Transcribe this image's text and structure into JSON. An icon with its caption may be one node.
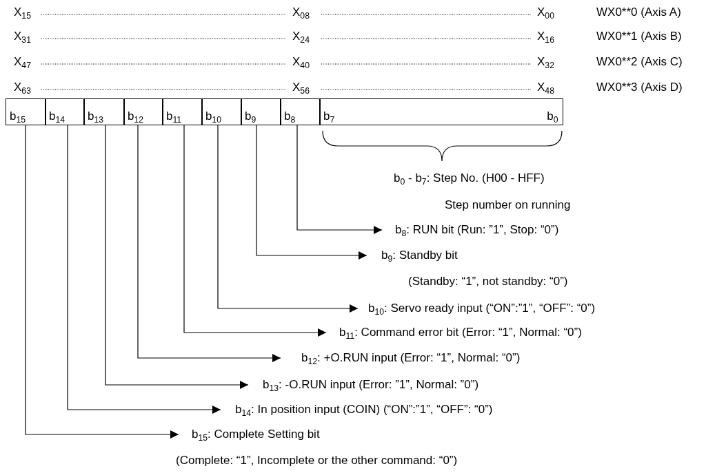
{
  "diagram": {
    "nodes": [
      {
        "text": [
          "b$_{15}$"
        ]
      },
      {
        "text": [
          "b$_{14}$"
        ]
      },
      {
        "text": [
          "b$_{13}$"
        ]
      },
      {
        "text": [
          "b$_{12}$"
        ]
      },
      {
        "text": [
          "b$_{11}$"
        ]
      },
      {
        "text": [
          "b$_{10}$"
        ]
      },
      {
        "text": [
          "b$_{9}$"
        ]
      },
      {
        "text": [
          "b$_{8}$"
        ]
      },
      {
        "text": [
          "b$_{7}$",
          "b$_{0}$"
        ]
      },
      {
        "text": [
          "b$_{8}$: RUN bit (Run: ”1”, Stop: “0”)"
        ]
      },
      {
        "text": [
          "b$_{9}$: Standby bit"
        ],
        "beside": [
          "(Standby: “1”, not standby: “0”)"
        ]
      },
      {
        "text": [
          "b$_{10}$: Servo ready input (“ON”:”1”, “OFF”: “0”)"
        ]
      },
      {
        "text": [
          "b$_{11}$: Command error bit (Error: “1”, Normal: “0”)"
        ]
      },
      {
        "text": [
          "b$_{12}$: +O.RUN input (Error: “1”, Normal: “0”)"
        ]
      },
      {
        "text": [
          "b$_{13}$: -O.RUN input (Error: ”1”, Normal: ”0”)"
        ]
      },
      {
        "text": [
          "b$_{14}$: In position input (COIN) (“ON”:”1”, “OFF”: “0”)"
        ]
      },
      {
        "text": [
          "b$_{15}$: Complete Setting bit"
        ],
        "beside": [
          "(Complete: “1”, Incomplete or the other command: “0”)"
        ]
      }
    ],
    "edges": [
      {
        "from": 7,
        "to": 9,
        "arrow": "to"
      },
      {
        "from": 6,
        "to": 10,
        "arrow": "to"
      },
      {
        "from": 5,
        "to": 11,
        "arrow": "to"
      },
      {
        "from": 4,
        "to": 12,
        "arrow": "to"
      },
      {
        "from": 3,
        "to": 13,
        "arrow": "to"
      },
      {
        "from": 2,
        "to": 14,
        "arrow": "to"
      },
      {
        "from": 1,
        "to": 15,
        "arrow": "to"
      },
      {
        "from": 0,
        "to": 16,
        "arrow": "to"
      }
    ],
    "labels": [
      "X$_{15}$",
      "X$_{08}$",
      "X$_{00}$",
      "WX0**0 (Axis A)",
      "X$_{31}$",
      "X$_{24}$",
      "X$_{16}$",
      "WX0**1 (Axis B)",
      "X$_{47}$",
      "X$_{40}$",
      "X$_{32}$",
      "WX0**2 (Axis C)",
      "X$_{63}$",
      "X$_{56}$",
      "X$_{48}$",
      "WX0**3 (Axis D)",
      "b$_{0}$ - b$_{7}$: Step No. (H00 - HFF)",
      "Step number on running"
    ]
  }
}
